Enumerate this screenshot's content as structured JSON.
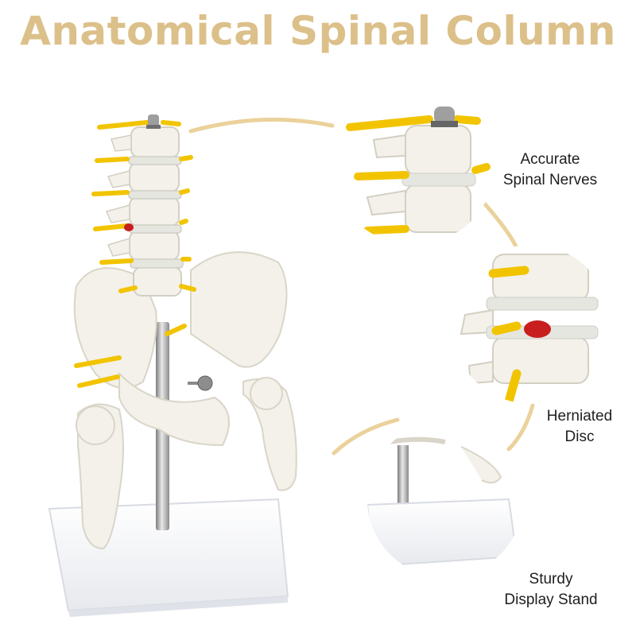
{
  "title": "Anatomical Spinal Column",
  "callouts": [
    {
      "line1": "Accurate",
      "line2": "Spinal Nerves"
    },
    {
      "line1": "Herniated",
      "line2": "Disc"
    },
    {
      "line1": "Sturdy",
      "line2": "Display Stand"
    }
  ],
  "colors": {
    "title": "#dcc08a",
    "connector": "#e8c98a",
    "bone": "#f3f1ea",
    "nerve": "#f2c400",
    "disc": "#e6e6e0",
    "herniation": "#c81e1e",
    "stand": "#ffffff",
    "rod": "#a8a8a8"
  },
  "icons": [
    "spine-model-image",
    "zoom-nerves-image",
    "zoom-disc-image",
    "zoom-stand-image"
  ]
}
